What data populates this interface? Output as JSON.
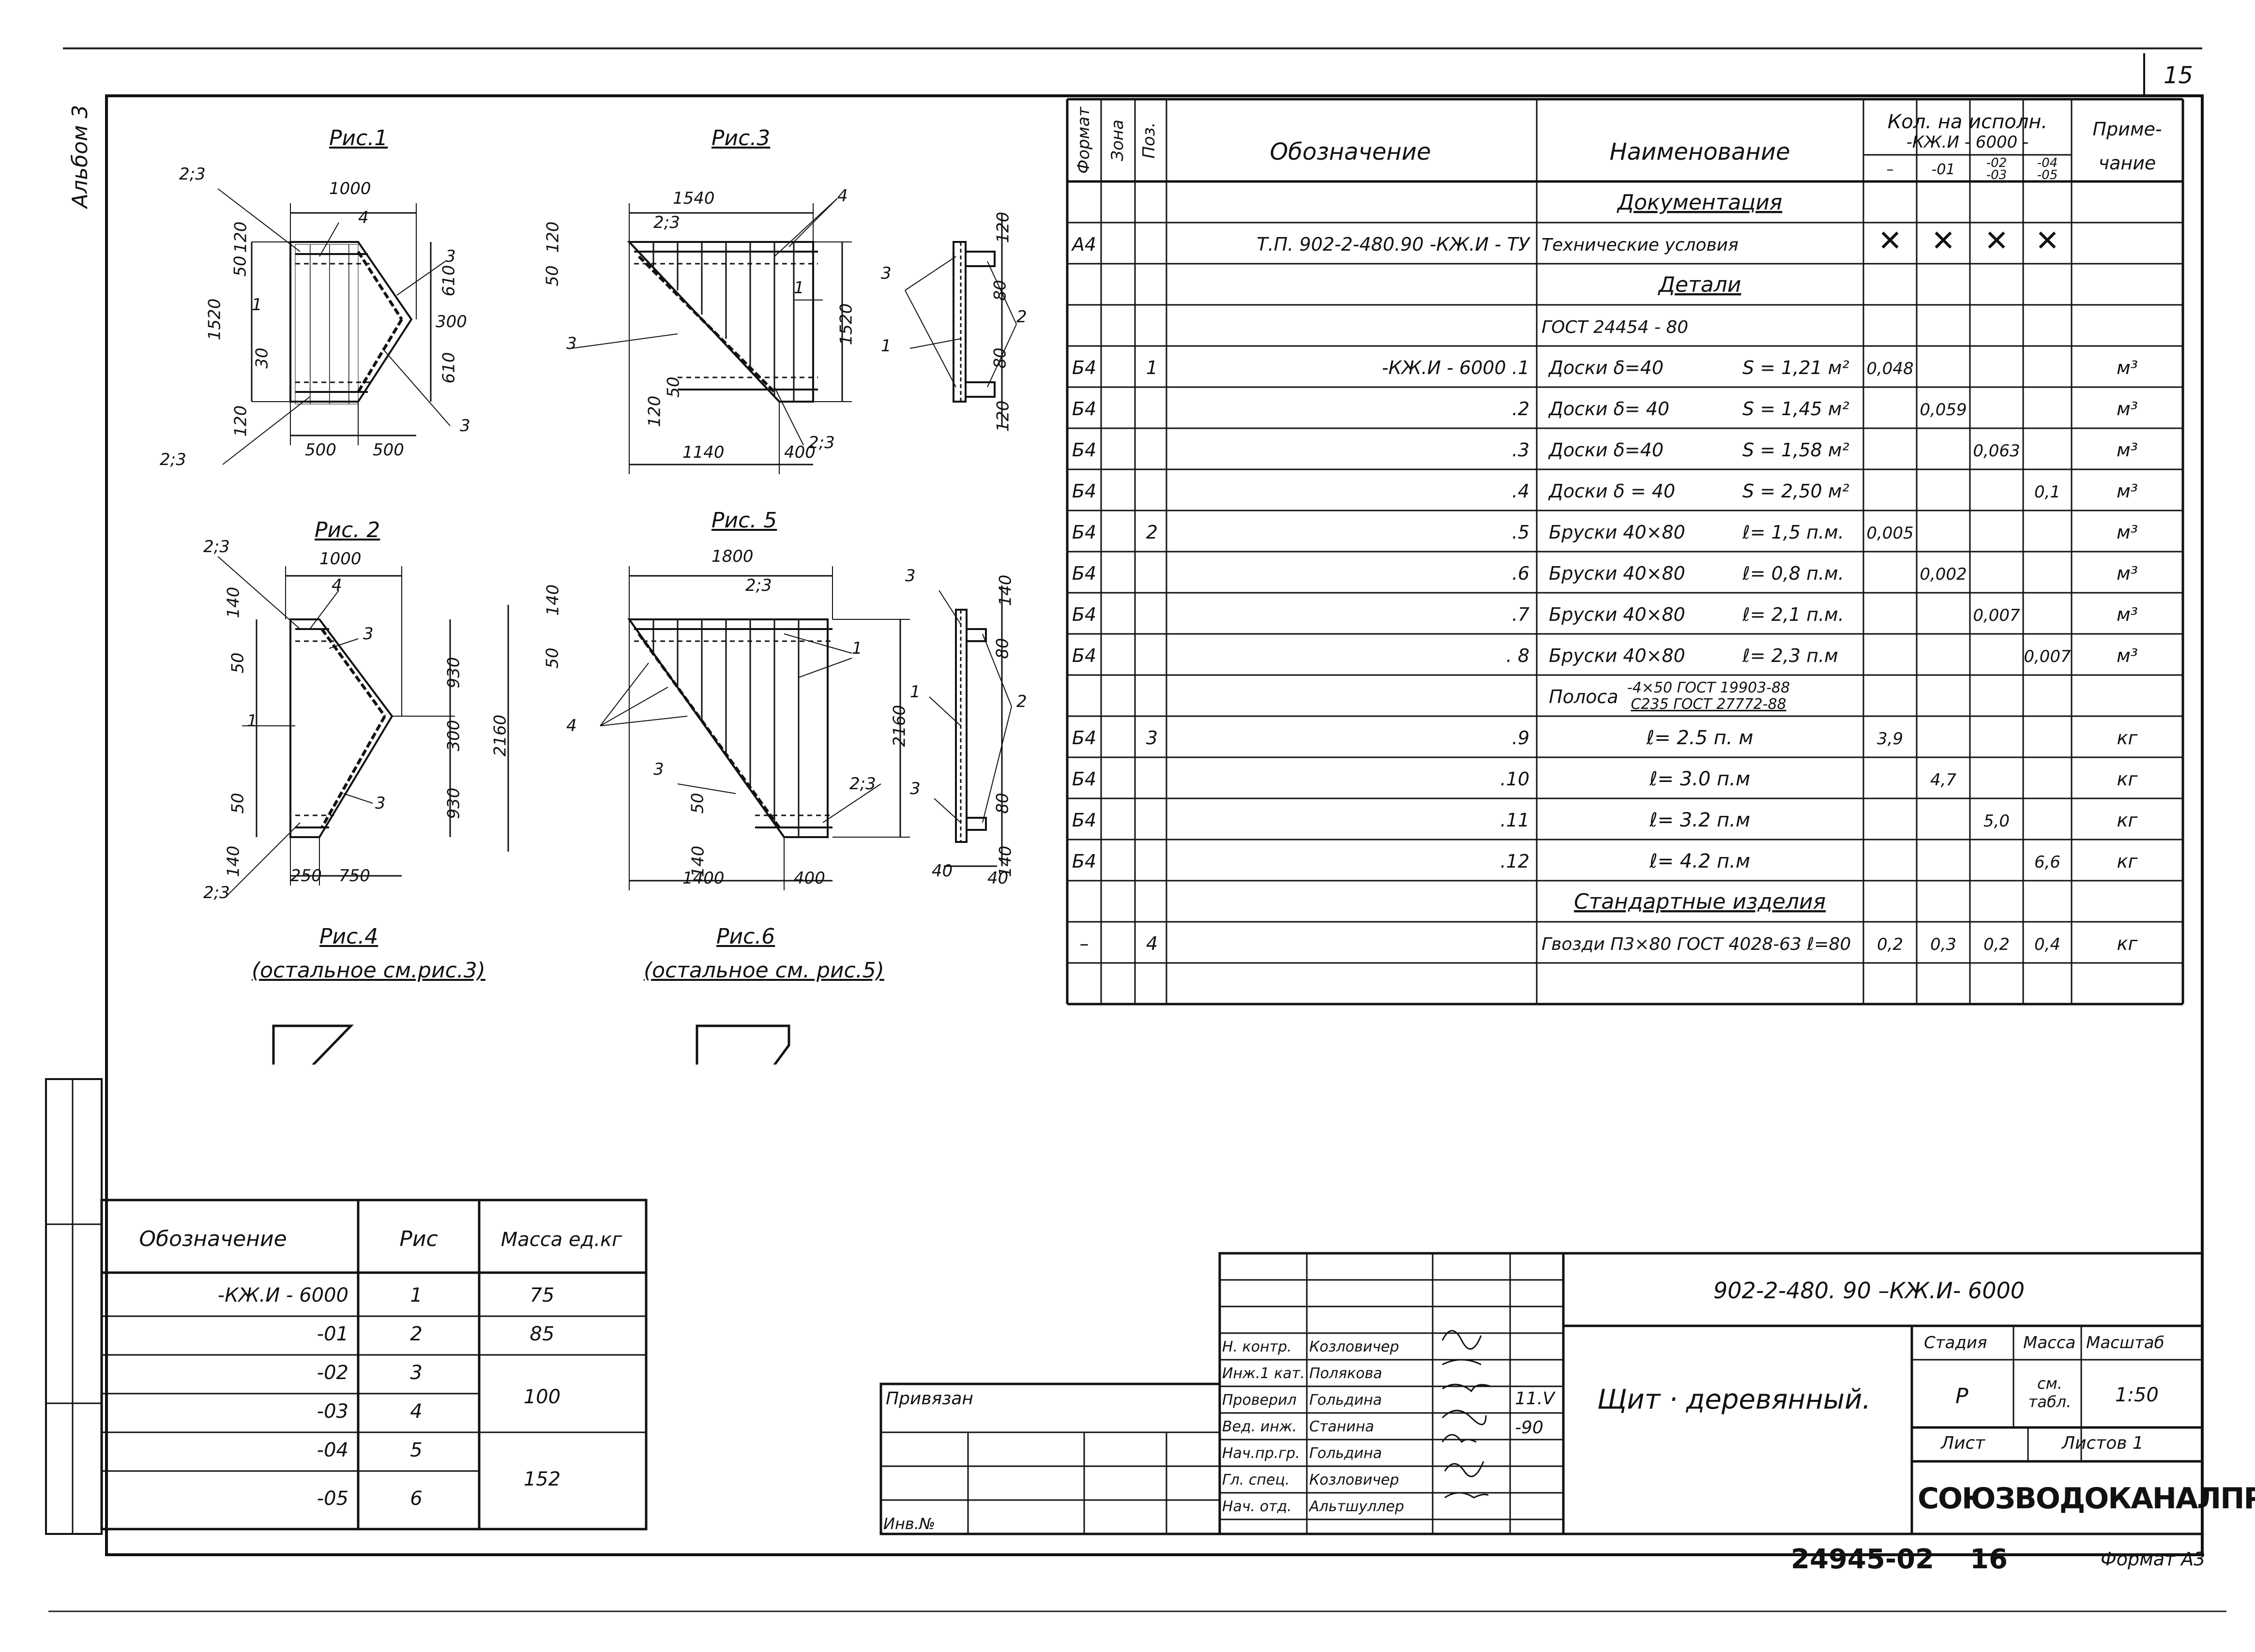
{
  "sheet": {
    "number": "15",
    "album": "Альбом 3",
    "footer_number": "24945-02",
    "footer_page": "16",
    "format": "Формат А3"
  },
  "figures": {
    "fig1": {
      "caption": "Рис.1",
      "dims": {
        "width": "1000",
        "height": "1520",
        "top": "120",
        "b50": "50",
        "h610a": "610",
        "h300": "300",
        "h610b": "610",
        "b30": "30",
        "b120": "120",
        "w500a": "500",
        "w500b": "500"
      },
      "labels": {
        "l23a": "2;3",
        "l4": "4",
        "l3a": "3",
        "l1": "1",
        "l3b": "3",
        "l23b": "2;3"
      }
    },
    "fig3": {
      "caption": "Рис.3",
      "dims": {
        "width": "1540",
        "height": "1520",
        "top": "120",
        "b50": "50",
        "b120": "120",
        "b50b": "50",
        "w1140": "1140",
        "w400": "400"
      },
      "labels": {
        "l23a": "2;3",
        "l4": "4",
        "l1": "1",
        "l3": "3",
        "l23b": "2;3"
      }
    },
    "section1": {
      "dims": {
        "d120a": "120",
        "d80a": "80",
        "d80b": "80",
        "d120b": "120"
      },
      "labels": {
        "l3": "3",
        "l1": "1",
        "l2": "2"
      }
    },
    "fig2": {
      "caption": "Рис. 2",
      "dims": {
        "width": "1000",
        "height": "2160",
        "top": "140",
        "b50": "50",
        "h930a": "930",
        "h300": "300",
        "h930b": "930",
        "b50b": "50",
        "b140": "140",
        "w250": "250",
        "w750": "750"
      },
      "labels": {
        "l23a": "2;3",
        "l4": "4",
        "l3a": "3",
        "l1": "1",
        "l3b": "3",
        "l23b": "2;3"
      }
    },
    "fig5": {
      "caption": "Рис. 5",
      "dims": {
        "width": "1800",
        "height": "2160",
        "top": "140",
        "b50": "50",
        "b50b": "50",
        "b140": "140",
        "w1400": "1400",
        "w400": "400"
      },
      "labels": {
        "l23a": "2;3",
        "l1": "1",
        "l4": "4",
        "l3": "3",
        "l23b": "2;3"
      }
    },
    "section2": {
      "dims": {
        "d140a": "140",
        "d80a": "80",
        "d80b": "80",
        "d140b": "140",
        "d40a": "40",
        "d40b": "40"
      },
      "labels": {
        "l3a": "3",
        "l1": "1",
        "l2": "2",
        "l3b": "3"
      }
    },
    "fig4": {
      "caption": "Рис.4",
      "note": "(остальное см.рис.3)"
    },
    "fig6": {
      "caption": "Рис.6",
      "note": "(остальное см. рис.5)"
    }
  },
  "spec": {
    "headers": {
      "format": "Формат",
      "zone": "Зона",
      "pos": "Поз.",
      "designation": "Обозначение",
      "name": "Наименование",
      "qty": "Кол. на исполн.",
      "qty_sub": "-КЖ.И - 6000 -",
      "note": "Приме-",
      "note2": "чание",
      "v0": "–",
      "v1": "-01",
      "v2a": "-02",
      "v2b": "-03",
      "v3a": "-04",
      "v3b": "-05"
    },
    "rows": [
      {
        "fmt": "",
        "pos": "",
        "des": "",
        "name": "Документация",
        "name_ul": true,
        "c1": "",
        "c2": "",
        "c3": "",
        "c4": "",
        "note": ""
      },
      {
        "fmt": "А4",
        "pos": "",
        "des": "Т.П. 902-2-480.90 -КЖ.И - ТУ",
        "name": "Технические условия",
        "c1": "✕",
        "c2": "✕",
        "c3": "✕",
        "c4": "✕",
        "note": ""
      },
      {
        "fmt": "",
        "pos": "",
        "des": "",
        "name": "Детали",
        "name_ul": true,
        "c1": "",
        "c2": "",
        "c3": "",
        "c4": "",
        "note": ""
      },
      {
        "fmt": "",
        "pos": "",
        "des": "",
        "name": "ГОСТ 24454 - 80",
        "c1": "",
        "c2": "",
        "c3": "",
        "c4": "",
        "note": ""
      },
      {
        "fmt": "Б4",
        "pos": "1",
        "des": "-КЖ.И - 6000    .1",
        "name": "Доски δ=40",
        "name2": "S = 1,21 м²",
        "c1": "0,048",
        "c2": "",
        "c3": "",
        "c4": "",
        "note": "м³"
      },
      {
        "fmt": "Б4",
        "pos": "",
        "des": ".2",
        "name": "Доски δ= 40",
        "name2": "S = 1,45 м²",
        "c1": "",
        "c2": "0,059",
        "c3": "",
        "c4": "",
        "note": "м³"
      },
      {
        "fmt": "Б4",
        "pos": "",
        "des": ".3",
        "name": "Доски δ=40",
        "name2": "S = 1,58 м²",
        "c1": "",
        "c2": "",
        "c3": "0,063",
        "c4": "",
        "note": "м³"
      },
      {
        "fmt": "Б4",
        "pos": "",
        "des": ".4",
        "name": "Доски δ = 40",
        "name2": "S = 2,50 м²",
        "c1": "",
        "c2": "",
        "c3": "",
        "c4": "0,1",
        "note": "м³"
      },
      {
        "fmt": "Б4",
        "pos": "2",
        "des": ".5",
        "name": "Бруски 40×80",
        "name2": "ℓ= 1,5 п.м.",
        "c1": "0,005",
        "c2": "",
        "c3": "",
        "c4": "",
        "note": "м³"
      },
      {
        "fmt": "Б4",
        "pos": "",
        "des": ".6",
        "name": "Бруски 40×80",
        "name2": "ℓ= 0,8 п.м.",
        "c1": "",
        "c2": "0,002",
        "c3": "",
        "c4": "",
        "note": "м³"
      },
      {
        "fmt": "Б4",
        "pos": "",
        "des": ".7",
        "name": "Бруски 40×80",
        "name2": "ℓ= 2,1 п.м.",
        "c1": "",
        "c2": "",
        "c3": "0,007",
        "c4": "",
        "note": "м³"
      },
      {
        "fmt": "Б4",
        "pos": "",
        "des": ". 8",
        "name": "Бруски 40×80",
        "name2": "ℓ= 2,3 п.м",
        "c1": "",
        "c2": "",
        "c3": "",
        "c4": "0,007",
        "note": "м³"
      },
      {
        "fmt": "",
        "pos": "",
        "des": "",
        "name": "Полоса",
        "name2": "-4×50    ГОСТ 19903-88",
        "name3": "С235  ГОСТ 27772-88",
        "c1": "",
        "c2": "",
        "c3": "",
        "c4": "",
        "note": ""
      },
      {
        "fmt": "Б4",
        "pos": "3",
        "des": ".9",
        "name": "",
        "name2": "ℓ= 2.5 п. м",
        "c1": "3,9",
        "c2": "",
        "c3": "",
        "c4": "",
        "note": "кг"
      },
      {
        "fmt": "Б4",
        "pos": "",
        "des": ".10",
        "name": "",
        "name2": "ℓ= 3.0 п.м",
        "c1": "",
        "c2": "4,7",
        "c3": "",
        "c4": "",
        "note": "кг"
      },
      {
        "fmt": "Б4",
        "pos": "",
        "des": ".11",
        "name": "",
        "name2": "ℓ= 3.2 п.м",
        "c1": "",
        "c2": "",
        "c3": "5,0",
        "c4": "",
        "note": "кг"
      },
      {
        "fmt": "Б4",
        "pos": "",
        "des": ".12",
        "name": "",
        "name2": "ℓ= 4.2 п.м",
        "c1": "",
        "c2": "",
        "c3": "",
        "c4": "6,6",
        "note": "кг"
      },
      {
        "fmt": "",
        "pos": "",
        "des": "",
        "name": "Стандартные изделия",
        "name_ul": true,
        "c1": "",
        "c2": "",
        "c3": "",
        "c4": "",
        "note": ""
      },
      {
        "fmt": "–",
        "pos": "4",
        "des": "",
        "name": "Гвозди П3×80 ГОСТ 4028-63  ℓ=80",
        "c1": "0,2",
        "c2": "0,3",
        "c3": "0,2",
        "c4": "0,4",
        "note": "кг"
      },
      {
        "fmt": "",
        "pos": "",
        "des": "",
        "name": "",
        "c1": "",
        "c2": "",
        "c3": "",
        "c4": "",
        "note": ""
      }
    ]
  },
  "mass_table": {
    "headers": {
      "designation": "Обозначение",
      "fig": "Рис",
      "mass": "Масса ед.кг"
    },
    "rows": [
      {
        "des": "-КЖ.И - 6000",
        "fig": "1",
        "mass": "75"
      },
      {
        "des": "-01",
        "fig": "2",
        "mass": "85"
      },
      {
        "des": "-02",
        "fig": "3",
        "mass": ""
      },
      {
        "des": "-03",
        "fig": "4",
        "mass": "100"
      },
      {
        "des": "-04",
        "fig": "5",
        "mass": ""
      },
      {
        "des": "-05",
        "fig": "6",
        "mass": "152"
      }
    ]
  },
  "title_block": {
    "code": "902-2-480. 90  –КЖ.И- 6000",
    "title": "Щит · деревянный.",
    "privyazan": "Привязан",
    "inv": "Инв.№",
    "stage_label": "Стадия",
    "mass_label": "Масса",
    "scale_label": "Масштаб",
    "stage": "Р",
    "mass": "см. табл.",
    "scale": "1:50",
    "sheet_label": "Лист",
    "sheets_label": "Листов 1",
    "org": "СОЮЗВОДОКАНАЛПРОЕКТ",
    "date1": "11.V",
    "date2": "-90",
    "people": [
      {
        "role": "Н. контр.",
        "name": "Козловичер"
      },
      {
        "role": "Инж.1 кат.",
        "name": "Полякова"
      },
      {
        "role": "Проверил",
        "name": "Гольдина"
      },
      {
        "role": "Вед. инж.",
        "name": "Станина"
      },
      {
        "role": "Нач.пр.гр.",
        "name": "Гольдина"
      },
      {
        "role": "Гл. спец.",
        "name": "Козловичер"
      },
      {
        "role": "Нач. отд.",
        "name": "Альтшуллер"
      }
    ]
  }
}
